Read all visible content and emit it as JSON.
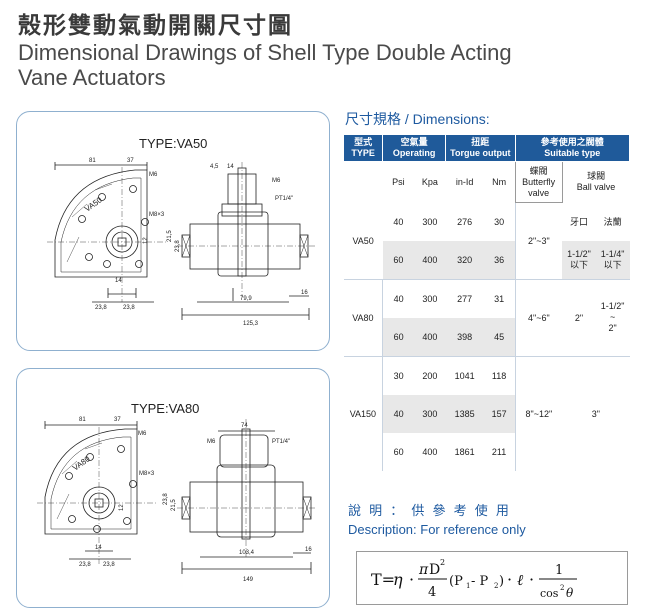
{
  "title_zh": "殼形雙動氣動開關尺寸圖",
  "title_en": "Dimensional Drawings of Shell Type Double Acting Vane Actuators",
  "drawing_va50": {
    "type_label": "TYPE:VA50",
    "labels": {
      "d81": "81",
      "d37": "37",
      "m6a": "M6",
      "va": "VA50",
      "m8": "M8×3",
      "d14a": "14",
      "d12": "12",
      "d23a": "23,8",
      "d23b": "23,8",
      "d45": "4,5",
      "d14b": "14",
      "m6b": "M6",
      "pt": "PT1/4\"",
      "d21": "21,5",
      "d23c": "23,8",
      "d799": "79,9",
      "d16": "16",
      "d1253": "125,3"
    }
  },
  "drawing_va80": {
    "type_label": "TYPE:VA80",
    "labels": {
      "d81": "81",
      "d37": "37",
      "m6a": "M6",
      "va": "VA80",
      "m8": "M8×3",
      "d14a": "14",
      "d12": "12",
      "d23a": "23,8",
      "d23b": "23,8",
      "d74": "74",
      "m6b": "M6",
      "pt": "PT1/4\"",
      "d23c": "23,8",
      "d21": "21,5",
      "d1034": "103,4",
      "d16": "16",
      "d149": "149"
    }
  },
  "dimensions_heading": "尺寸規格 / Dimensions:",
  "table": {
    "headers": {
      "type": [
        "型式",
        "TYPE"
      ],
      "operating": [
        "空氣量",
        "Operating"
      ],
      "torque": [
        "扭距",
        "Torgue output"
      ],
      "suitable": [
        "參考使用之閥體",
        "Suitable type"
      ]
    },
    "sub": {
      "psi": "Psi",
      "kpa": "Kpa",
      "inlb": "in-Id",
      "nm": "Nm",
      "butterfly": [
        "蝶閥",
        "Butterfly",
        "valve"
      ],
      "ball": [
        "球閥",
        "Ball valve"
      ]
    },
    "rows": [
      {
        "type": "VA50",
        "psi": "40",
        "kpa": "300",
        "inlb": "276",
        "nm": "30",
        "butterfly": "2\"~3\"",
        "ball1": "牙口",
        "ball2": "法蘭"
      },
      {
        "psi": "60",
        "kpa": "400",
        "inlb": "320",
        "nm": "36",
        "ball1": [
          "1-1/2\"",
          "以下"
        ],
        "ball2": [
          "1-1/4\"",
          "以下"
        ]
      },
      {
        "type": "VA80",
        "psi": "40",
        "kpa": "300",
        "inlb": "277",
        "nm": "31",
        "butterfly": "4\"~6\"",
        "ball1": "2\"",
        "ball2": [
          "1-1/2\"",
          "~",
          "2\""
        ]
      },
      {
        "psi": "60",
        "kpa": "400",
        "inlb": "398",
        "nm": "45"
      },
      {
        "psi": "30",
        "kpa": "200",
        "inlb": "1041",
        "nm": "118"
      },
      {
        "type": "VA150",
        "psi": "40",
        "kpa": "300",
        "inlb": "1385",
        "nm": "157",
        "butterfly": "8\"~12\"",
        "ball": "3\""
      },
      {
        "psi": "60",
        "kpa": "400",
        "inlb": "1861",
        "nm": "211"
      }
    ]
  },
  "note_zh": "說 明 ： 供 參 考 使 用",
  "note_en": "Description: For reference only",
  "formula": {
    "lhs": "T=",
    "eta": "η",
    "dot": "·",
    "pi": "π",
    "D": "D",
    "sq": "2",
    "den4": "4",
    "paren": "(P",
    "s1": "1",
    "minus": " - P",
    "s2": "2",
    ")": ")",
    "ell": "ℓ",
    "one": "1",
    "cos": "cos",
    "theta": "θ"
  }
}
